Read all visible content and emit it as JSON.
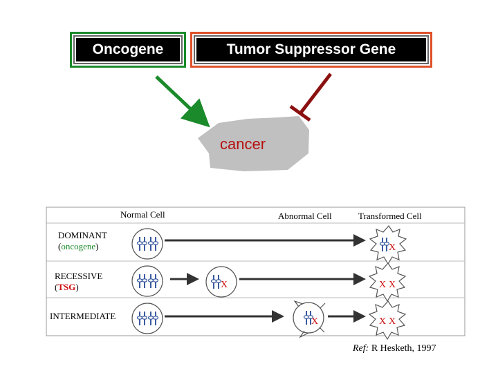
{
  "header": {
    "oncogene_label": "Oncogene",
    "tsg_label": "Tumor Suppressor Gene"
  },
  "center": {
    "cancer_label": "cancer"
  },
  "table": {
    "columns": [
      "Normal Cell",
      "Abnormal Cell",
      "Transformed Cell"
    ],
    "rows": [
      {
        "label_top": "DOMINANT",
        "label_open": "(",
        "label_keyword": "oncogene",
        "label_close": ")",
        "keyword_color": "#1a8a2a"
      },
      {
        "label_top": "RECESSIVE",
        "label_open": "(",
        "label_keyword": "TSG",
        "label_close": ")",
        "keyword_color": "#cc1010"
      },
      {
        "label_top": "INTERMEDIATE"
      }
    ],
    "mutation_mark": "X"
  },
  "reference": {
    "prefix": "Ref:",
    "text": "R Hesketh, 1997"
  },
  "colors": {
    "oncogene_border": "#1a8a2a",
    "tsg_border": "#e0502a",
    "activate_arrow": "#1a8a2a",
    "inhibit_arrow": "#8b1010",
    "cancer_blob": "#c0c0c0",
    "cancer_text": "#b51010",
    "mutation": "#cc1010"
  }
}
